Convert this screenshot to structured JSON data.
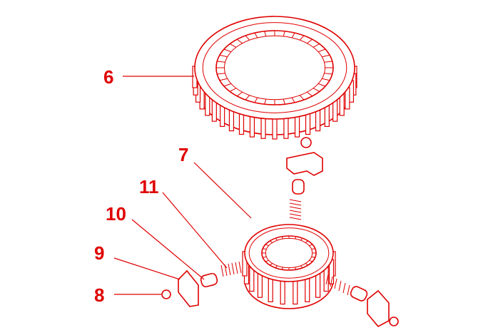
{
  "diagram": {
    "color": "#e00000",
    "callouts": [
      {
        "id": "6",
        "label": "6",
        "part": "synchronizer-sleeve"
      },
      {
        "id": "7",
        "label": "7",
        "part": "synchronizer-hub"
      },
      {
        "id": "11",
        "label": "11",
        "part": "spring"
      },
      {
        "id": "10",
        "label": "10",
        "part": "pin"
      },
      {
        "id": "9",
        "label": "9",
        "part": "shifting-key"
      },
      {
        "id": "8",
        "label": "8",
        "part": "ball"
      }
    ]
  }
}
